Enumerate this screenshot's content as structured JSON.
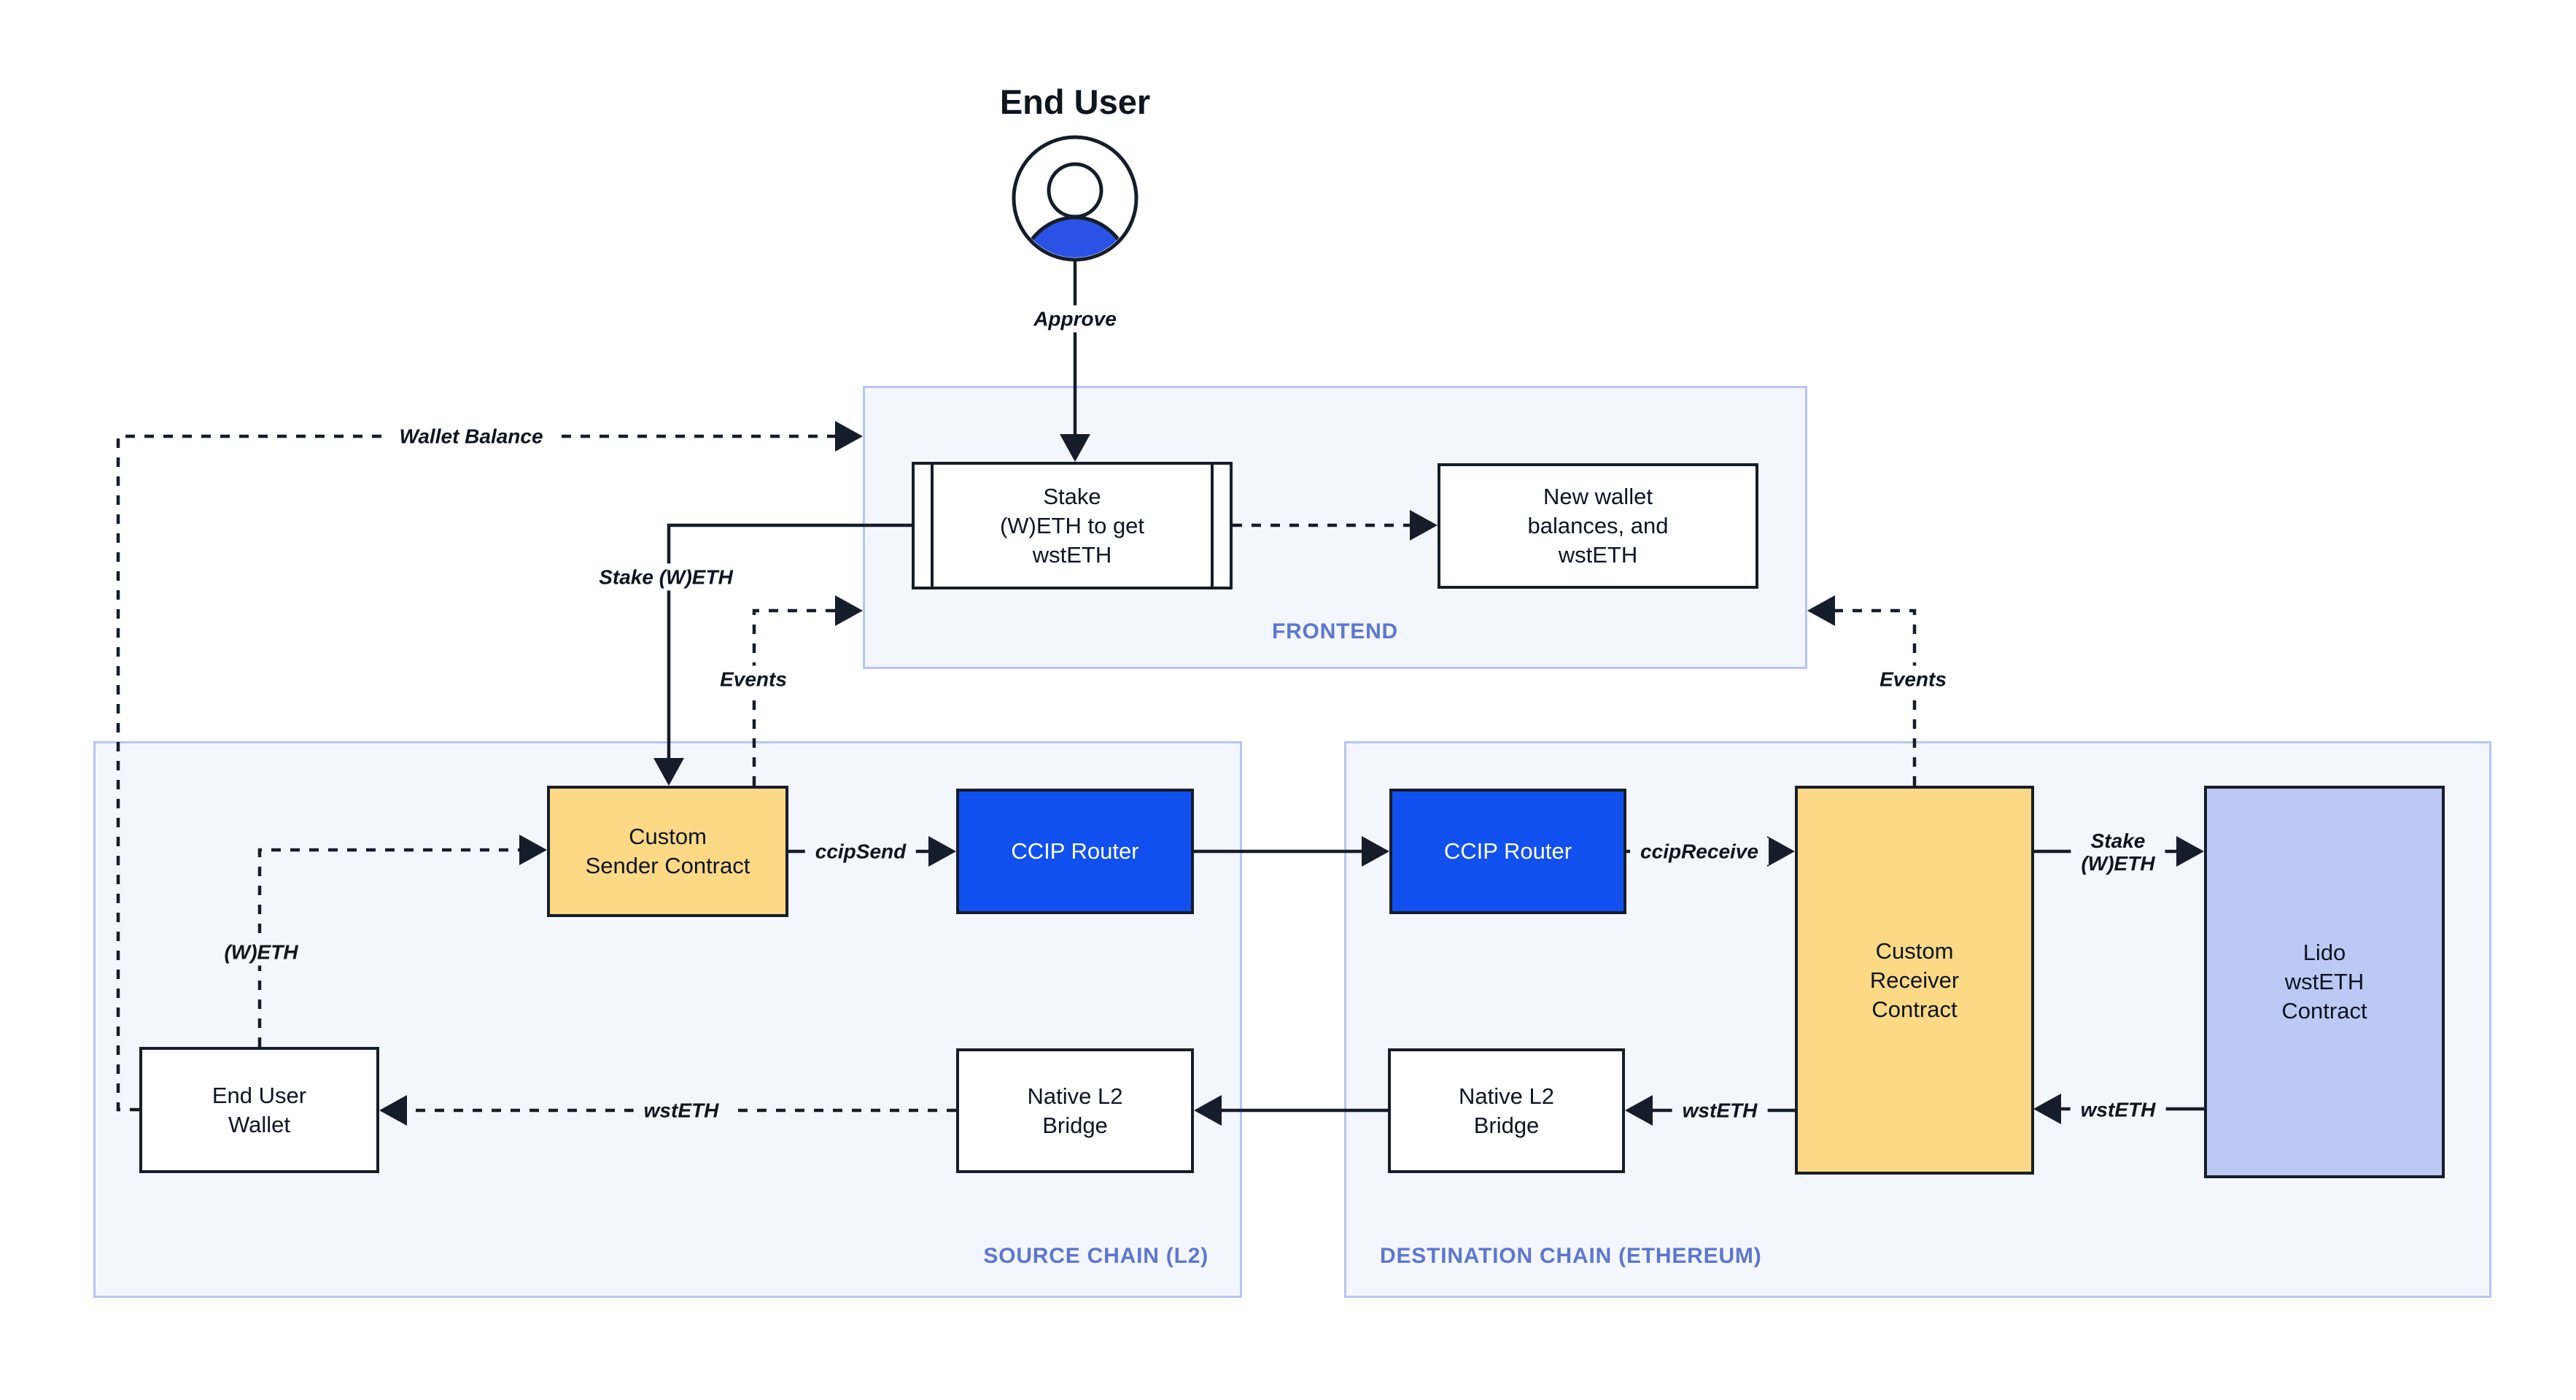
{
  "colors": {
    "line": "#161d2a",
    "text": "#0e1420",
    "router_blue": "#1150ef",
    "icon_blue": "#2a52e6",
    "box_yellow": "#fbd985",
    "box_lavender": "#bcc9f4",
    "region_bg": "#f4f6fd",
    "region_border": "#b6c5f2",
    "region_label": "#5c77d1",
    "page_bg": "#ffffff"
  },
  "actor": {
    "title": "End User",
    "approve_label": "Approve"
  },
  "frontend": {
    "label": "FRONTEND",
    "stake_box": {
      "lines": [
        "Stake",
        "(W)ETH to get",
        "wstETH"
      ]
    },
    "balances_box": {
      "lines": [
        "New wallet",
        "balances, and",
        "wstETH"
      ]
    }
  },
  "source_chain": {
    "label": "SOURCE CHAIN (L2)",
    "sender_box": {
      "lines": [
        "Custom",
        "Sender Contract"
      ]
    },
    "router_box": {
      "label": "CCIP Router"
    },
    "bridge_box": {
      "lines": [
        "Native L2",
        "Bridge"
      ]
    },
    "wallet_box": {
      "lines": [
        "End User",
        "Wallet"
      ]
    }
  },
  "destination_chain": {
    "label": "DESTINATION CHAIN (ETHEREUM)",
    "router_box": {
      "label": "CCIP Router"
    },
    "receiver_box": {
      "lines": [
        "Custom",
        "Receiver",
        "Contract"
      ]
    },
    "lido_box": {
      "lines": [
        "Lido",
        "wstETH",
        "Contract"
      ]
    },
    "bridge_box": {
      "lines": [
        "Native L2",
        "Bridge"
      ]
    }
  },
  "flow_labels": {
    "wallet_balance": "Wallet Balance",
    "stake_weth": "Stake (W)ETH",
    "events_left": "Events",
    "events_right": "Events",
    "ccip_send": "ccipSend",
    "ccip_receive": "ccipReceive",
    "stake_weth_dest": {
      "lines": [
        "Stake",
        "(W)ETH"
      ]
    },
    "weth": "(W)ETH",
    "wsteth_to_wallet": "wstETH",
    "wsteth_to_bridge": "wstETH",
    "wsteth_from_lido": "wstETH"
  }
}
